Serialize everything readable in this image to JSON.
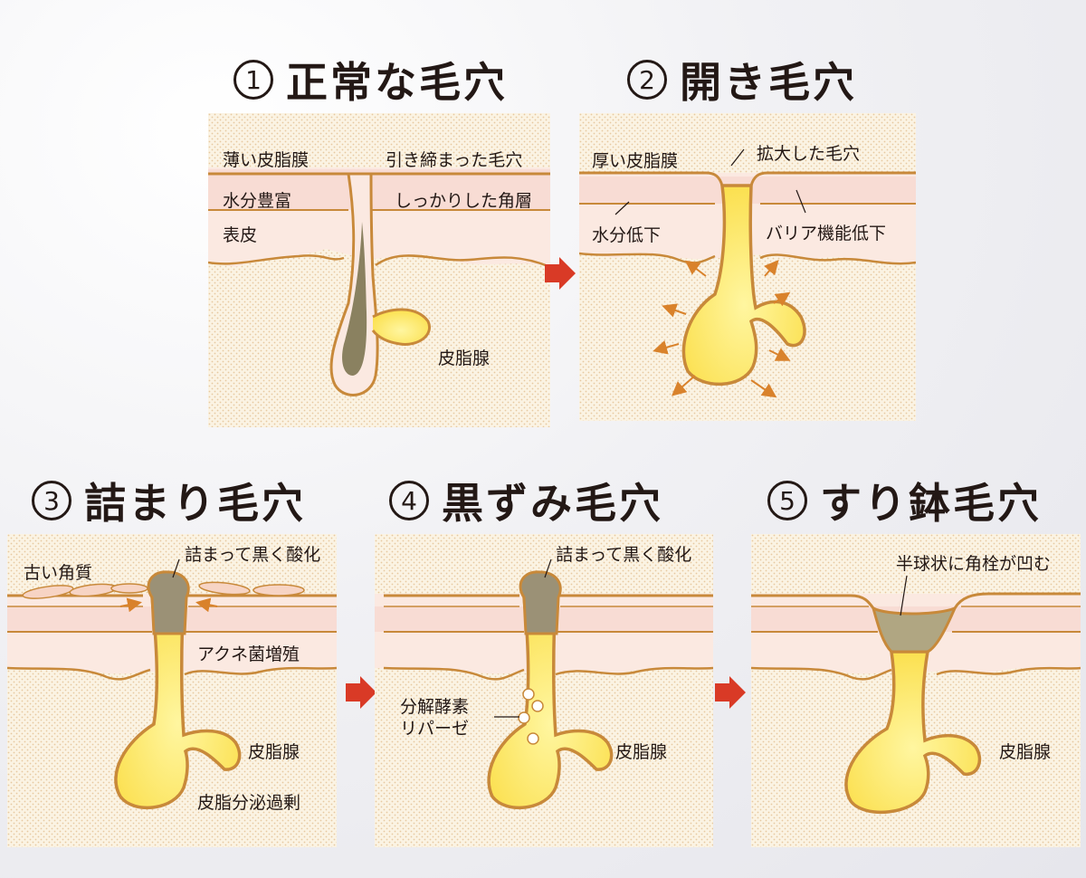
{
  "titles": {
    "t1": {
      "num": "1",
      "text": "正常な毛穴"
    },
    "t2": {
      "num": "2",
      "text": "開き毛穴"
    },
    "t3": {
      "num": "3",
      "text": "詰まり毛穴"
    },
    "t4": {
      "num": "4",
      "text": "黒ずみ毛穴"
    },
    "t5": {
      "num": "5",
      "text": "すり鉢毛穴"
    }
  },
  "panel1": {
    "sebum_film": "薄い皮脂膜",
    "moisture": "水分豊富",
    "epidermis": "表皮",
    "pore": "引き締まった毛穴",
    "keratin": "しっかりした角層",
    "gland": "皮脂腺"
  },
  "panel2": {
    "sebum_film": "厚い皮脂膜",
    "pore": "拡大した毛穴",
    "moisture": "水分低下",
    "barrier": "バリア機能低下"
  },
  "panel3": {
    "old_keratin": "古い角質",
    "clog": "詰まって黒く酸化",
    "acne": "アクネ菌増殖",
    "gland": "皮脂腺",
    "excess": "皮脂分泌過剰"
  },
  "panel4": {
    "clog": "詰まって黒く酸化",
    "enzyme1": "分解酵素",
    "enzyme2": "リパーゼ",
    "gland": "皮脂腺"
  },
  "panel5": {
    "plug": "半球状に角栓が凹む",
    "gland": "皮脂腺"
  },
  "colors": {
    "outline": "#c8893a",
    "skin": "#fbe9e1",
    "dermis": "#fbf3e3",
    "sebum": "#fde96a",
    "oxidized": "#9b9176",
    "arrow": "#d93a26"
  }
}
